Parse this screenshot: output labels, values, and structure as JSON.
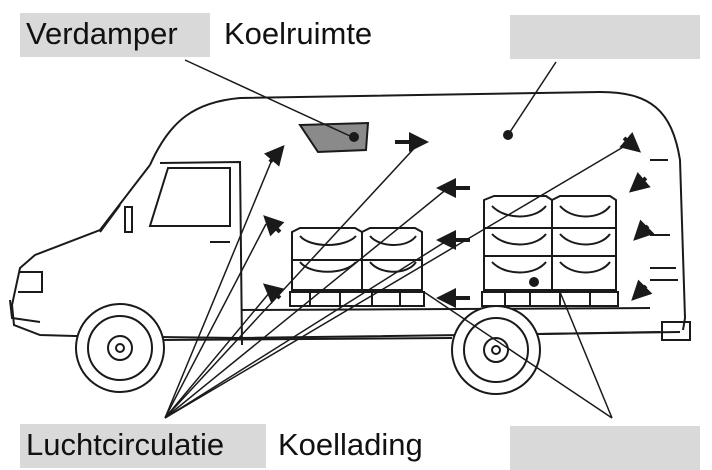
{
  "labels": {
    "evaporator": "Verdamper",
    "cold_room": "Koelruimte",
    "air_circulation": "Luchtcirculatie",
    "cargo": "Koellading",
    "top_right_box": "",
    "bottom_right_box": ""
  },
  "colors": {
    "label_box": "#d9d9d9",
    "stroke": "#1a1a1a",
    "evaporator_fill": "#8a8a8a"
  }
}
